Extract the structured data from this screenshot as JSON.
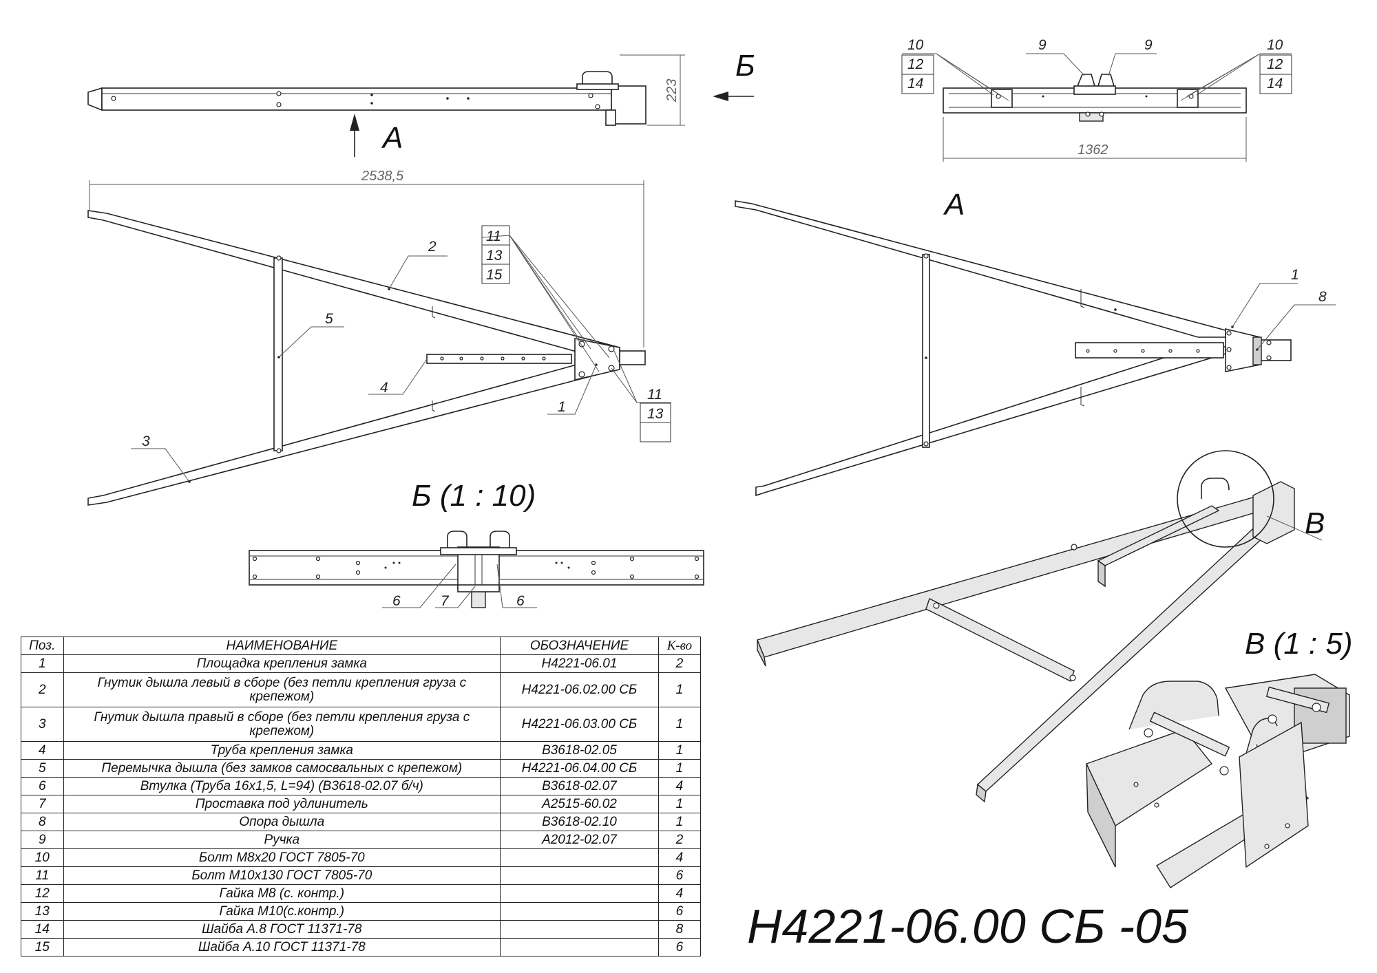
{
  "views": {
    "b_arrow": "Б",
    "a_arrow": "А",
    "a_title": "А",
    "b_detail": "Б (1 : 10)",
    "v_callout": "В",
    "v_detail": "В (1 : 5)"
  },
  "dimensions": {
    "height": "223",
    "length": "2538,5",
    "width": "1362"
  },
  "callouts": {
    "c1": "1",
    "c2": "2",
    "c3": "3",
    "c4": "4",
    "c5": "5",
    "c6a": "6",
    "c6b": "6",
    "c7": "7",
    "c8": "8",
    "c9a": "9",
    "c9b": "9",
    "c10a": "10",
    "c10b": "10",
    "c11a": "11",
    "c11b": "11",
    "c12a": "12",
    "c12b": "12",
    "c13a": "13",
    "c13b": "13",
    "c14a": "14",
    "c14b": "14",
    "c15": "15",
    "c1a": "1"
  },
  "drawing_number": "Н4221-06.00 СБ -05",
  "table": {
    "headers": [
      "Поз.",
      "НАИМЕНОВАНИЕ",
      "ОБОЗНАЧЕНИЕ",
      "К-во"
    ],
    "rows": [
      {
        "pos": "1",
        "name": "Площадка крепления замка",
        "code": "Н4221-06.01",
        "qty": "2"
      },
      {
        "pos": "2",
        "name": "Гнутик дышла левый в сборе (без петли крепления груза с крепежом)",
        "code": "Н4221-06.02.00 СБ",
        "qty": "1"
      },
      {
        "pos": "3",
        "name": "Гнутик дышла правый в сборе (без петли крепления груза с крепежом)",
        "code": "Н4221-06.03.00 СБ",
        "qty": "1"
      },
      {
        "pos": "4",
        "name": "Труба крепления замка",
        "code": "В3618-02.05",
        "qty": "1"
      },
      {
        "pos": "5",
        "name": "Перемычка дышла (без замков самосвальных с крепежом)",
        "code": "Н4221-06.04.00 СБ",
        "qty": "1"
      },
      {
        "pos": "6",
        "name": "Втулка (Труба 16х1,5, L=94) (В3618-02.07 б/ч)",
        "code": "В3618-02.07",
        "qty": "4"
      },
      {
        "pos": "7",
        "name": "Проставка под удлинитель",
        "code": "А2515-60.02",
        "qty": "1"
      },
      {
        "pos": "8",
        "name": "Опора дышла",
        "code": "В3618-02.10",
        "qty": "1"
      },
      {
        "pos": "9",
        "name": "Ручка",
        "code": "А2012-02.07",
        "qty": "2"
      },
      {
        "pos": "10",
        "name": "Болт М8х20 ГОСТ 7805-70",
        "code": "",
        "qty": "4"
      },
      {
        "pos": "11",
        "name": "Болт М10х130 ГОСТ 7805-70",
        "code": "",
        "qty": "6"
      },
      {
        "pos": "12",
        "name": "Гайка М8 (с. контр.)",
        "code": "",
        "qty": "4"
      },
      {
        "pos": "13",
        "name": "Гайка М10(с.контр.)",
        "code": "",
        "qty": "6"
      },
      {
        "pos": "14",
        "name": "Шайба А.8 ГОСТ 11371-78",
        "code": "",
        "qty": "8"
      },
      {
        "pos": "15",
        "name": "Шайба А.10 ГОСТ 11371-78",
        "code": "",
        "qty": "6"
      }
    ]
  }
}
